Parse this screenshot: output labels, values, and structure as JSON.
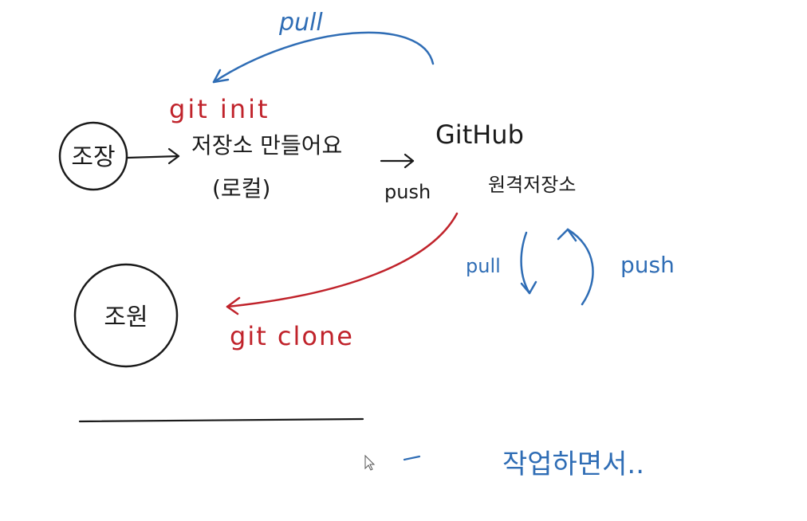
{
  "colors": {
    "ink_black": "#1a1a1a",
    "ink_red": "#c0232b",
    "ink_blue": "#2f6db5",
    "background": "#ffffff"
  },
  "nodes": {
    "person_a": "조장",
    "person_b": "조원",
    "local_repo_line1": "저장소 만들어요",
    "local_repo_line2": "(로컬)",
    "github": "GitHub",
    "remote_repo": "원격저장소"
  },
  "labels": {
    "pull_top": "pull",
    "git_init": "git init",
    "push_middle": "push",
    "git_clone": "git clone",
    "pull_side": "pull",
    "push_side": "push",
    "working_note": "작업하면서.."
  }
}
